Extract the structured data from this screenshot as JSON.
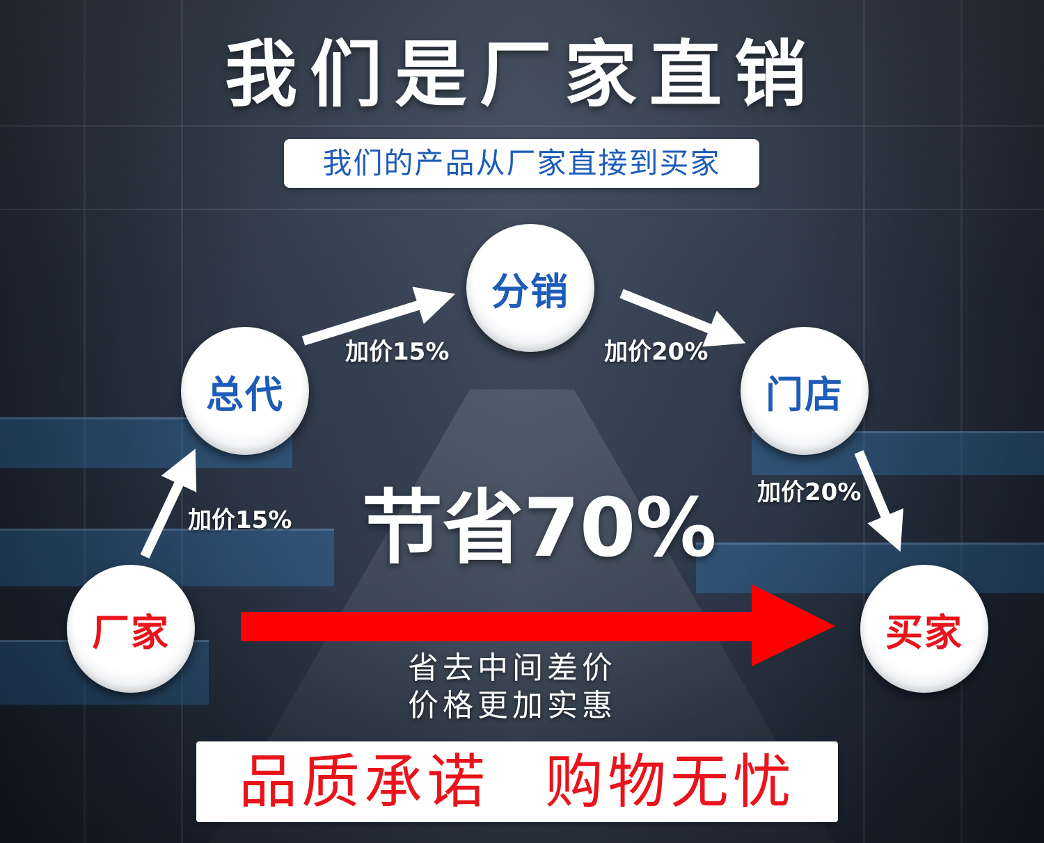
{
  "headline": "我们是厂家直销",
  "subheadline": "我们的产品从厂家直接到买家",
  "nodes": {
    "factory": "厂家",
    "general_agent": "总代",
    "distributor": "分销",
    "store": "门店",
    "buyer": "买家"
  },
  "markups": {
    "factory_to_agent": "加价15%",
    "agent_to_distributor": "加价15%",
    "distributor_to_store": "加价20%",
    "store_to_buyer": "加价20%"
  },
  "savings": "节省70%",
  "direct_notes": [
    "省去中间差价",
    "价格更加实惠"
  ],
  "promise": {
    "left": "品质承诺",
    "right": "购物无忧"
  },
  "colors": {
    "blue_text": "#1d5cb8",
    "red_text": "#e8141c",
    "arrow_red": "#ff0000",
    "arrow_white": "#ffffff"
  }
}
